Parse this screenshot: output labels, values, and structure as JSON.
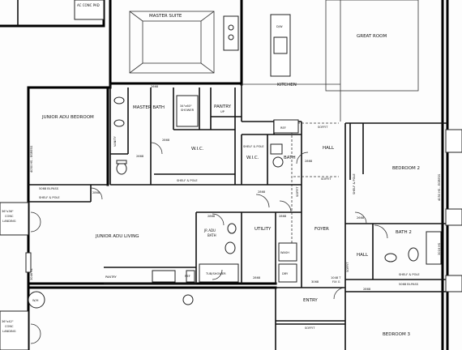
{
  "rooms": {
    "master_suite": "MASTER SUITE",
    "great_room": "GREAT ROOM",
    "kitchen": "KITCHEN",
    "master_bath": "MASTER BATH",
    "shower": "34\"x60\"\nSHOWER",
    "pantry_up": "PANTRY\nUP",
    "junior_adu_bedroom": "JUNIOR ADU BEDROOM",
    "wic_master": "W.I.C.",
    "wic_hall": "W.I.C.",
    "bath": "BATH",
    "hall_top": "HALL",
    "bedroom_2": "BEDROOM 2",
    "junior_adu_living": "JUNIOR ADU LIVING",
    "jr_adu_bath": "JR ADU\nBATH",
    "utility": "UTILITY",
    "foyer": "FOYER",
    "bath_2": "BATH 2",
    "hall_right": "HALL",
    "entry": "ENTRY",
    "bedroom_3": "BEDROOM 3"
  },
  "labels": {
    "ac_pad": "AC CONC PAD",
    "vanity": "VANITY",
    "ref_kitchen": "REF",
    "ref_adu": "REF",
    "pantry_adu": "PANTRY",
    "dw": "D/W",
    "egress_adu": "4050 HS - EGRESS",
    "egress_bed2": "4050 HS - EGRESS",
    "window_3016": "3016 HS",
    "window_3016_b": "3016 HS",
    "window_3046": "3046 SL",
    "bipass_adu": "5068 BI-PASS",
    "shelf_pole_adu": "SHELF & POLE",
    "shelf_pole_wic": "SHELF & POLE",
    "shelf_pole_hall": "SHELF & POLE",
    "shelf_pole_bed2": "SHELF & POLE",
    "shelf_pole_bath2": "SHELF & POLE",
    "bipass_bath2": "5068 BI-PASS",
    "soffit_1": "SOFFIT",
    "soffit_2": "SOFFIT",
    "soffit_3": "SOFFIT",
    "soffit_4": "SOFFIT",
    "soffit_5": "SOFFIT",
    "soffit_entry": "SOFFIT",
    "fix_glass": "1048 T\nFIX G",
    "tub_shower": "TUB/SHOWER",
    "wash": "WASH",
    "dry": "DRY",
    "landing_top": "36\"x36\"\nCONC\nLANDING",
    "landing_bottom": "36\"x42\"\nCONC\nLANDING",
    "door_2668_a": "2668",
    "door_2668_b": "2668",
    "door_2668_c": "2668",
    "door_2868_a": "2868",
    "door_2868_b": "2868",
    "door_2868_c": "2868",
    "door_2868_d": "2868",
    "door_2868_e": "2868",
    "door_2868_f": "2868",
    "door_2868_g": "2868",
    "door_2868_h": "2868",
    "door_2668_d": "2668",
    "door_3068": "3068",
    "door_2868_i": "2868",
    "door_2868_j": "2868",
    "wh": "W/H"
  }
}
